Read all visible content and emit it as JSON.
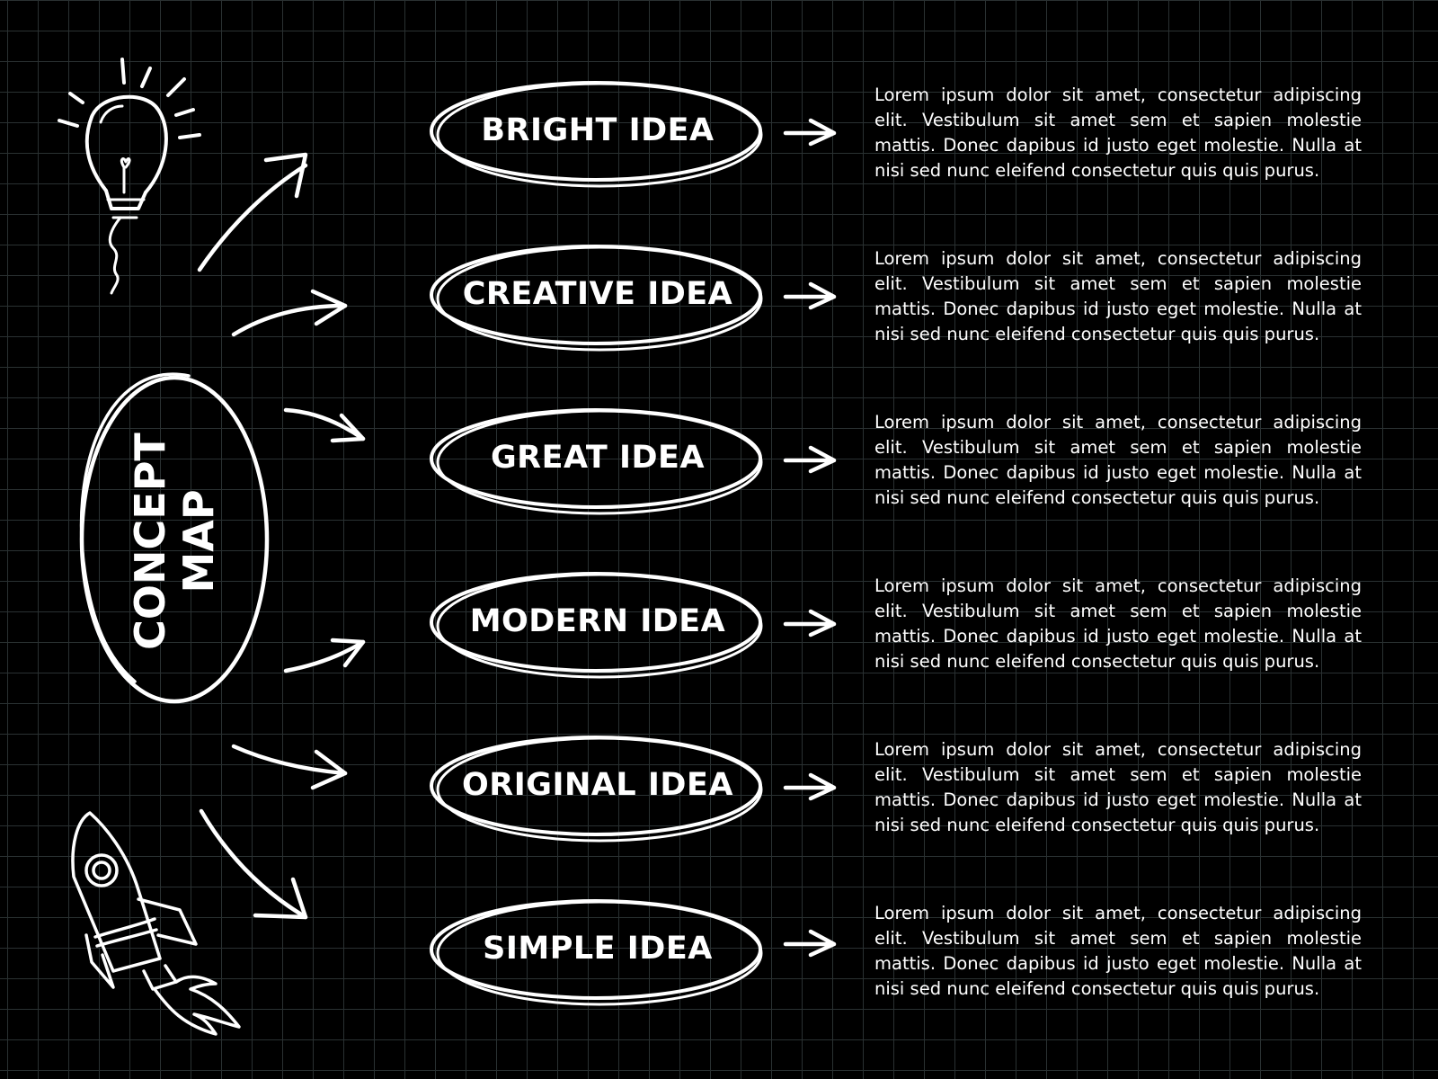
{
  "center": {
    "line1": "CONCEPT",
    "line2": "MAP"
  },
  "ideas": [
    {
      "label": "BRIGHT IDEA",
      "text": "Lorem ipsum dolor sit amet, consectetur adipiscing elit. Vestibulum sit amet sem et sapien molestie mattis. Donec dapibus id justo eget molestie. Nulla at nisi sed nunc eleifend consectetur quis quis purus."
    },
    {
      "label": "CREATIVE IDEA",
      "text": "Lorem ipsum dolor sit amet, consectetur adipiscing elit. Vestibulum sit amet sem et sapien molestie mattis. Donec dapibus id justo eget molestie. Nulla at nisi sed nunc eleifend consectetur quis quis purus."
    },
    {
      "label": "GREAT IDEA",
      "text": "Lorem ipsum dolor sit amet, consectetur adipiscing elit. Vestibulum sit amet sem et sapien molestie mattis. Donec dapibus id justo eget molestie. Nulla at nisi sed nunc eleifend consectetur quis quis purus."
    },
    {
      "label": "MODERN IDEA",
      "text": "Lorem ipsum dolor sit amet, consectetur adipiscing elit. Vestibulum sit amet sem et sapien molestie mattis. Donec dapibus id justo eget molestie. Nulla at nisi sed nunc eleifend consectetur quis quis purus."
    },
    {
      "label": "ORIGINAL IDEA",
      "text": "Lorem ipsum dolor sit amet, consectetur adipiscing elit. Vestibulum sit amet sem et sapien molestie mattis. Donec dapibus id justo eget molestie. Nulla at nisi sed nunc eleifend consectetur quis quis purus."
    },
    {
      "label": "SIMPLE IDEA",
      "text": "Lorem ipsum dolor sit amet, consectetur adipiscing elit. Vestibulum sit amet sem et sapien molestie mattis. Donec dapibus id justo eget molestie. Nulla at nisi sed nunc eleifend consectetur quis quis purus."
    }
  ],
  "icons": {
    "top": "lightbulb-icon",
    "bottom": "rocket-icon"
  },
  "colors": {
    "background": "#000000",
    "grid": "#2a3132",
    "ink": "#ffffff"
  }
}
